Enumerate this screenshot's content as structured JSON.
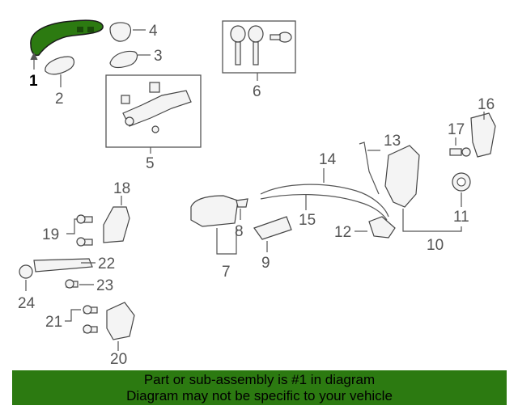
{
  "callouts": {
    "c1": "1",
    "c2": "2",
    "c3": "3",
    "c4": "4",
    "c5": "5",
    "c6": "6",
    "c7": "7",
    "c8": "8",
    "c9": "9",
    "c10": "10",
    "c11": "11",
    "c12": "12",
    "c13": "13",
    "c14": "14",
    "c15": "15",
    "c16": "16",
    "c17": "17",
    "c18": "18",
    "c19": "19",
    "c20": "20",
    "c21": "21",
    "c22": "22",
    "c23": "23",
    "c24": "24"
  },
  "highlight": {
    "part_number": "1",
    "color": "#2c7a11"
  },
  "banner": {
    "line1": "Part or sub-assembly is #1 in diagram",
    "line2": "Diagram may not be specific to your vehicle",
    "color": "#2c7a11"
  }
}
